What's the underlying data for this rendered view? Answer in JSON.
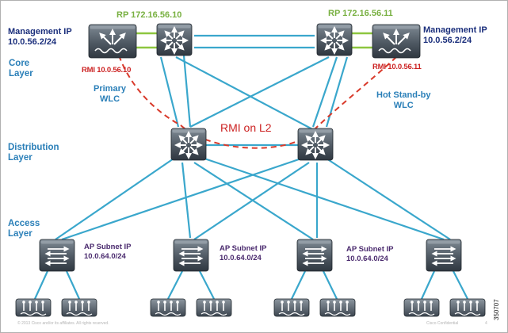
{
  "layers": {
    "core": [
      "Core",
      "Layer"
    ],
    "distribution": [
      "Distribution",
      "Layer"
    ],
    "access": [
      "Access",
      "Layer"
    ]
  },
  "wlc_left": {
    "mgmt_label": "Management IP",
    "mgmt_ip": "10.0.56.2/24",
    "rp": "RP 172.16.56.10",
    "rmi": "RMI 10.0.56.10",
    "role": [
      "Primary",
      "WLC"
    ]
  },
  "wlc_right": {
    "mgmt_label": "Management IP",
    "mgmt_ip": "10.0.56.2/24",
    "rp": "RP 172.16.56.11",
    "rmi": "RMI 10.0.56.11",
    "role": [
      "Hot Stand-by",
      "WLC"
    ]
  },
  "rmi_link": "RMI on L2",
  "subnets": [
    {
      "label": "AP Subnet IP",
      "ip": "10.0.64.0/24"
    },
    {
      "label": "AP Subnet IP",
      "ip": "10.0.64.0/24"
    },
    {
      "label": "AP Subnet IP",
      "ip": "10.0.64.0/24"
    }
  ],
  "footer": {
    "copyright": "© 2013 Cisco and/or its affiliates. All rights reserved.",
    "confidential": "Cisco Confidential",
    "page": "4"
  },
  "figure_code": "350707",
  "colors": {
    "link": "#3aa7cc",
    "device_body": "#4b5560",
    "device_face": "#7b858f",
    "rmi_path": "#d93a2b",
    "rp_link": "#8dc63f"
  }
}
